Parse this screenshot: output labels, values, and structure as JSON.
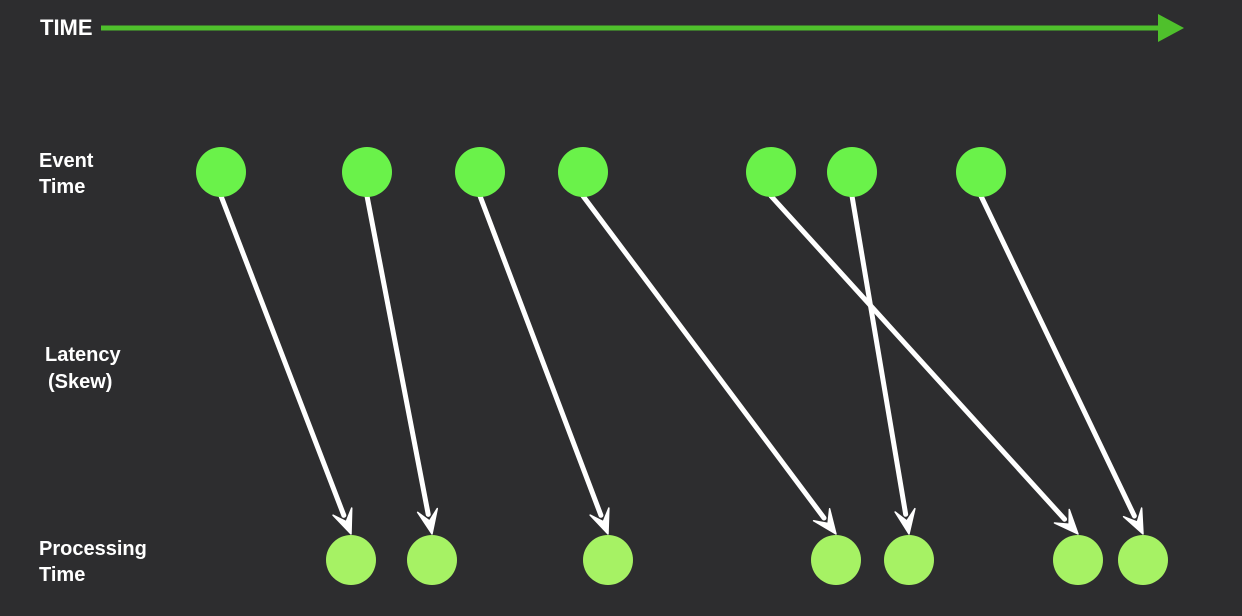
{
  "header": {
    "time_label": "TIME"
  },
  "row_labels": {
    "event": [
      "Event",
      "Time"
    ],
    "latency": [
      "Latency",
      "(Skew)"
    ],
    "processing": [
      "Processing",
      "Time"
    ]
  },
  "colors": {
    "background": "#2d2d2f",
    "time_axis": "#4fc02c",
    "event_node": "#6af24a",
    "processing_node": "#a6f264",
    "arrow": "#ffffff",
    "text": "#ffffff"
  },
  "event_count": 7,
  "processing_count": 7,
  "mappings": [
    {
      "event": 0,
      "processing": 0
    },
    {
      "event": 1,
      "processing": 1
    },
    {
      "event": 2,
      "processing": 2
    },
    {
      "event": 3,
      "processing": 3
    },
    {
      "event": 4,
      "processing": 5
    },
    {
      "event": 5,
      "processing": 4
    },
    {
      "event": 6,
      "processing": 6
    }
  ]
}
